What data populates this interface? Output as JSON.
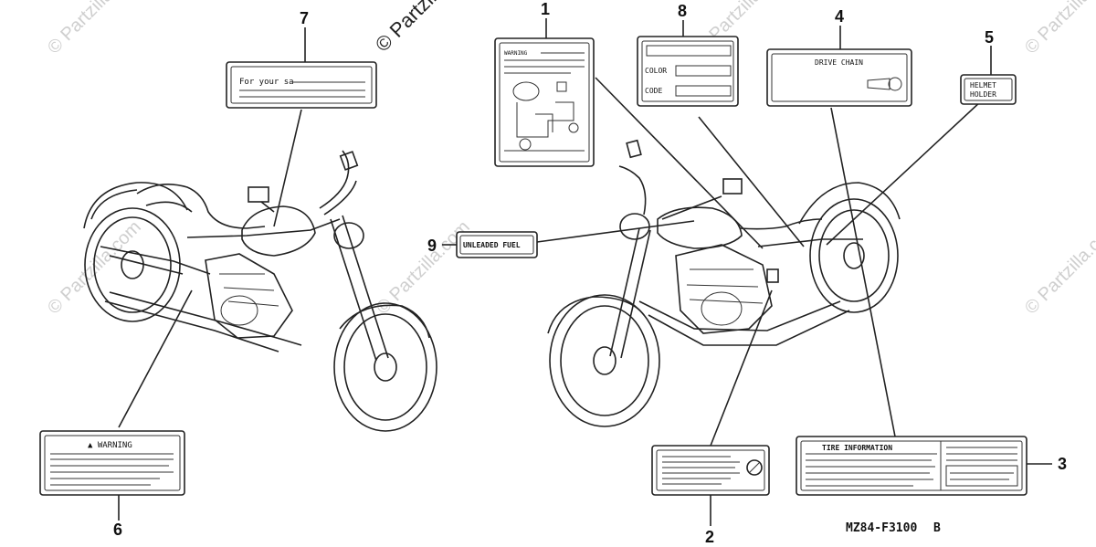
{
  "diagram": {
    "callouts": [
      "1",
      "2",
      "3",
      "4",
      "5",
      "6",
      "7",
      "8",
      "9"
    ],
    "labels": {
      "warning": "▲ WARNING",
      "for_your_safety": "For your sa",
      "color": "COLOR",
      "code": "CODE",
      "drive_chain": "DRIVE CHAIN",
      "helmet_line1": "HELMET",
      "helmet_line2": "HOLDER",
      "unleaded_fuel": "UNLEADED FUEL",
      "tire_information": "TIRE INFORMATION",
      "warning_small": "WARNING"
    },
    "diagram_code": "MZ84-F3100",
    "revision": "B",
    "watermark": "© Partzilla.com"
  }
}
